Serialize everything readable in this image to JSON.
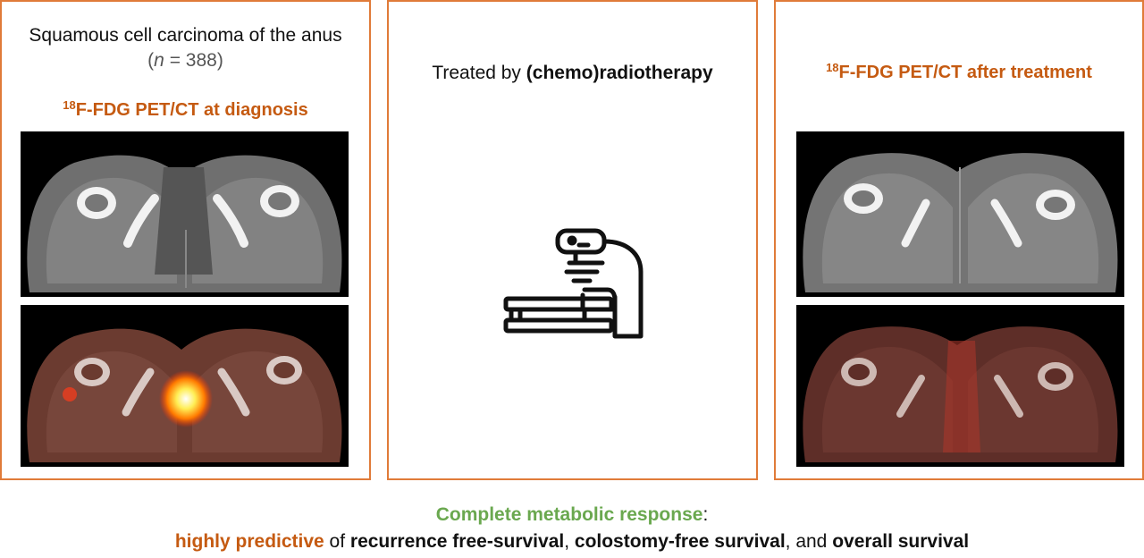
{
  "left_panel": {
    "title": "Squamous cell carcinoma of the anus",
    "n_prefix": "(",
    "n_var": "n",
    "n_rest": " = 388)",
    "pet_sup": "18",
    "pet_label": "F-FDG PET/CT at diagnosis"
  },
  "middle_panel": {
    "treated_by": "Treated by ",
    "therapy": "(chemo)radiotherapy",
    "icon": "radiotherapy-machine-icon"
  },
  "right_panel": {
    "pet_sup": "18",
    "pet_label": "F-FDG PET/CT after treatment"
  },
  "footer": {
    "response": "Complete metabolic response",
    "colon": ":",
    "predictive": "highly predictive",
    "of": " of ",
    "outcome1": "recurrence free-survival",
    "sep1": ", ",
    "outcome2": "colostomy-free survival",
    "sep2": ", and ",
    "outcome3": "overall survival"
  },
  "colors": {
    "border": "#e07b39",
    "orange_text": "#c55a11",
    "green_text": "#6aa84f"
  }
}
